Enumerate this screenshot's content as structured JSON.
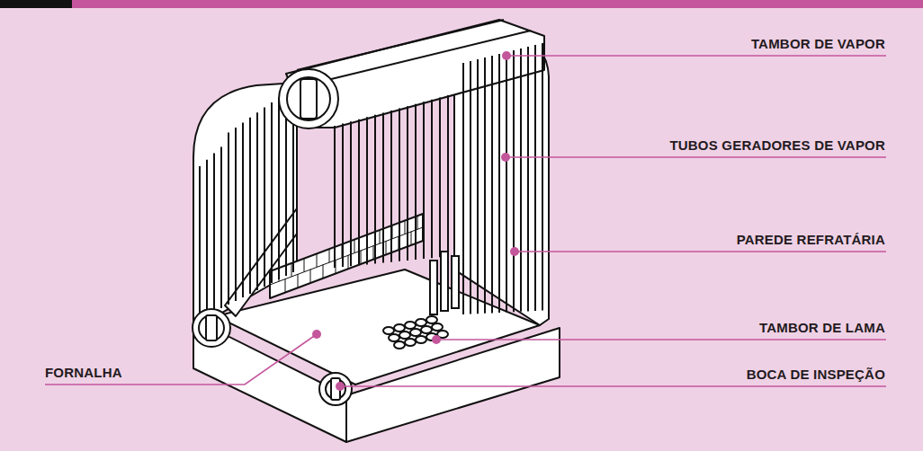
{
  "diagram": {
    "labels": [
      "TAMBOR DE VAPOR",
      "TUBOS GERADORES DE VAPOR",
      "PAREDE REFRATÁRIA",
      "TAMBOR DE LAMA",
      "FORNALHA",
      "BOCA DE INSPEÇÃO"
    ]
  }
}
